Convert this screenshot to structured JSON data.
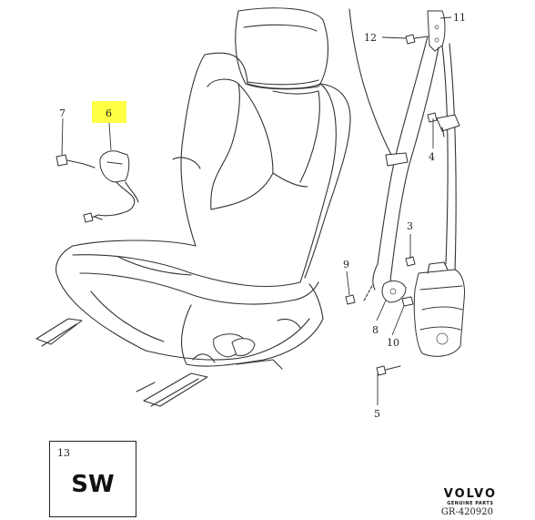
{
  "callouts": {
    "c3": "3",
    "c4": "4",
    "c5": "5",
    "c6": "6",
    "c7": "7",
    "c8": "8",
    "c9": "9",
    "c10": "10",
    "c11": "11",
    "c12": "12"
  },
  "colors": {
    "highlight": "#ffff44",
    "line": "#333333"
  },
  "option_box": {
    "number": "13",
    "code": "SW"
  },
  "brand": {
    "name": "VOLVO",
    "subtitle": "GENUINE PARTS"
  },
  "reference": "GR-420920"
}
